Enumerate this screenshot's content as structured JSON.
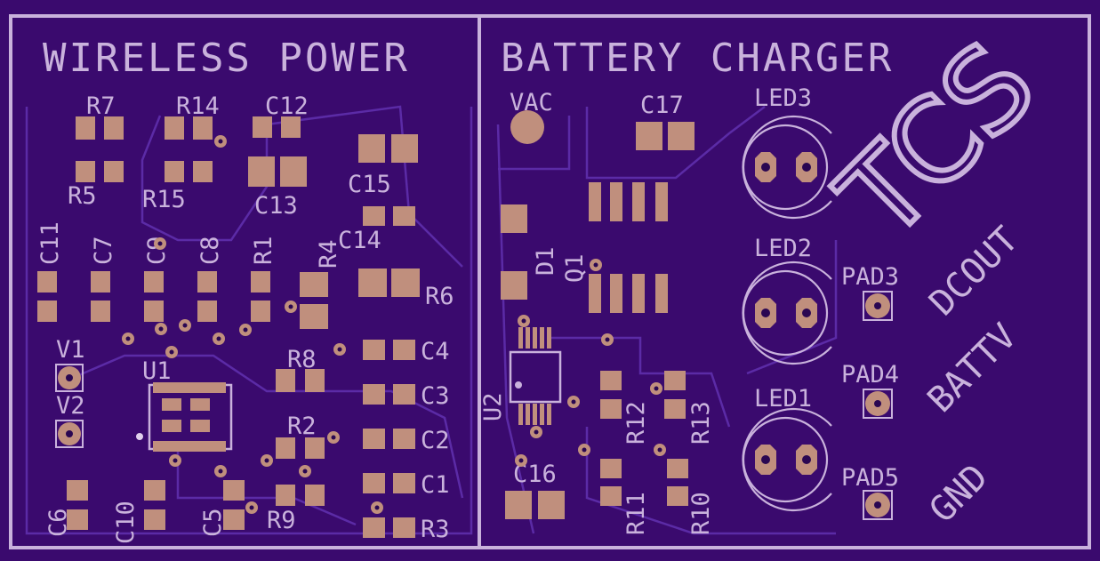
{
  "board": {
    "background": "#3a0a6e",
    "silkscreen_color": "#c9b2dc",
    "copper_color": "#c08f7d",
    "trace_color": "#5b2ba6"
  },
  "sections": {
    "left_title": "WIRELESS POWER",
    "right_title": "BATTERY CHARGER"
  },
  "logo": "TCS",
  "components": {
    "R7": "R7",
    "R14": "R14",
    "C12": "C12",
    "R5": "R5",
    "R15": "R15",
    "C13": "C13",
    "C15": "C15",
    "C11": "C11",
    "C7": "C7",
    "C9": "C9",
    "C8": "C8",
    "R1": "R1",
    "R4": "R4",
    "C14": "C14",
    "R6": "R6",
    "V1": "V1",
    "V2": "V2",
    "U1": "U1",
    "R8": "R8",
    "C4": "C4",
    "C3": "C3",
    "C2": "C2",
    "R2": "R2",
    "C1": "C1",
    "R3": "R3",
    "C6": "C6",
    "C10": "C10",
    "C5": "C5",
    "R9": "R9",
    "VAC": "VAC",
    "C17": "C17",
    "D1": "D1",
    "Q1": "Q1",
    "U2": "U2",
    "R12": "R12",
    "R13": "R13",
    "C16": "C16",
    "R11": "R11",
    "R10": "R10",
    "LED3": "LED3",
    "LED2": "LED2",
    "LED1": "LED1",
    "PAD3": "PAD3",
    "PAD4": "PAD4",
    "PAD5": "PAD5"
  },
  "net_labels": {
    "dcout": "DCOUT",
    "battv": "BATTV",
    "gnd": "GND"
  }
}
